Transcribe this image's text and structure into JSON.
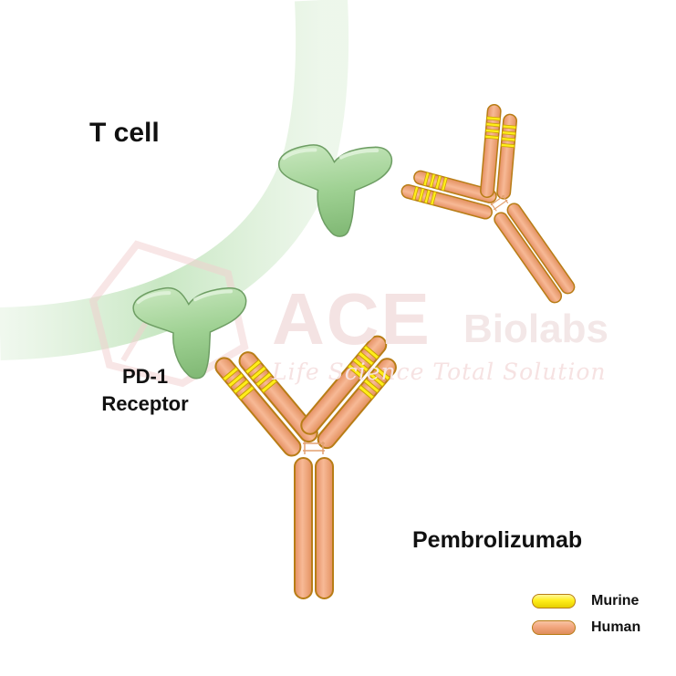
{
  "labels": {
    "t_cell": "T cell",
    "receptor_line1": "PD-1",
    "receptor_line2": "Receptor",
    "drug": "Pembrolizumab"
  },
  "watermark": {
    "brand": "ACE",
    "brand2": "Biolabs",
    "tagline": "Life Science Total Solution"
  },
  "legend": [
    {
      "label": "Murine",
      "color": "#ffee1a"
    },
    {
      "label": "Human",
      "color": "#f2a67e"
    }
  ],
  "colors": {
    "membrane": "#c7e8c3",
    "receptor": "#9fd193",
    "receptor_edge": "#6e9e64",
    "human_region": "#f2a67e",
    "murine_region": "#ffee1a",
    "chain_outline": "#b87d16"
  }
}
